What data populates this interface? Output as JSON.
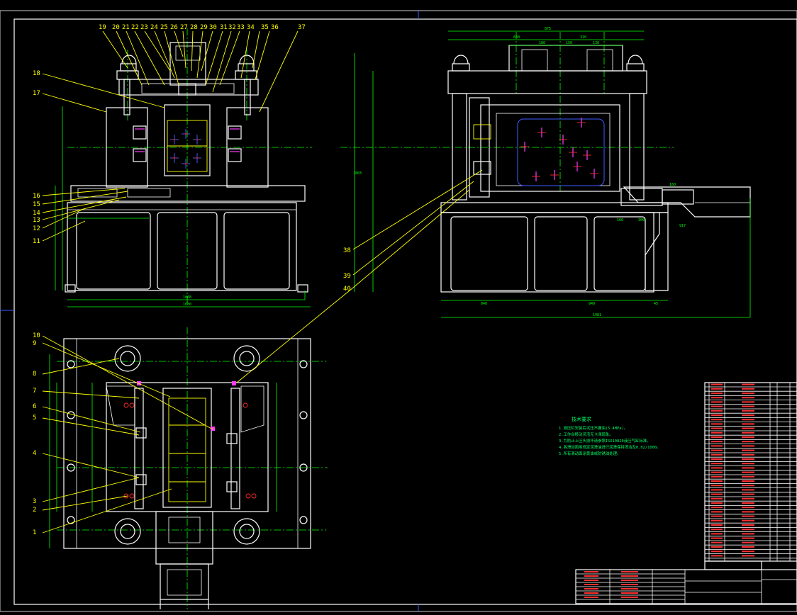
{
  "drawing": {
    "top_left_labels": [
      "19",
      "20",
      "21",
      "22",
      "23",
      "24",
      "25",
      "26",
      "27",
      "28",
      "29",
      "30",
      "31",
      "32",
      "33",
      "34",
      "35",
      "36",
      "37"
    ],
    "left_side_labels_upper": [
      "18",
      "17",
      "16",
      "15",
      "14",
      "13",
      "12",
      "11"
    ],
    "left_side_labels_lower": [
      "10",
      "9",
      "8",
      "7",
      "6",
      "5",
      "4",
      "3",
      "2",
      "1"
    ],
    "right_callouts": [
      "38",
      "39",
      "40"
    ],
    "dims_front_bottom": [
      "1068"
    ],
    "dims_front_overall": [
      "1080"
    ],
    "dims_side_top": [
      "875",
      "630",
      "310",
      "180",
      "150",
      "130"
    ],
    "dims_side_bottom": [
      "940",
      "940",
      "45"
    ],
    "dims_side_overall": [
      "1981"
    ],
    "dims_side_height": [
      "1803"
    ],
    "dims_right_small": [
      "160",
      "300",
      "160",
      "917"
    ],
    "tech_requirements": {
      "title": "技术要求",
      "lines": [
        "1.液压缸安装后试压不漏油(5.4MPa)。",
        "2.工作台移动灵活无卡滞现象。",
        "3.为防止上压头损坏请参照ISO10820液压气缸标准。",
        "4.各滑动面用规定润滑油进行润滑保持清洁及0.02/1000。",
        "5.所有滑动面涂黄油或防锈油处理。"
      ]
    }
  },
  "colors": {
    "background": "#000000",
    "outline": "#ffffff",
    "centerline": "#00ff00",
    "leader": "#ffff00",
    "hidden": "#3a5cff",
    "marker": "#ff3cff",
    "title_text": "#ff3030"
  }
}
